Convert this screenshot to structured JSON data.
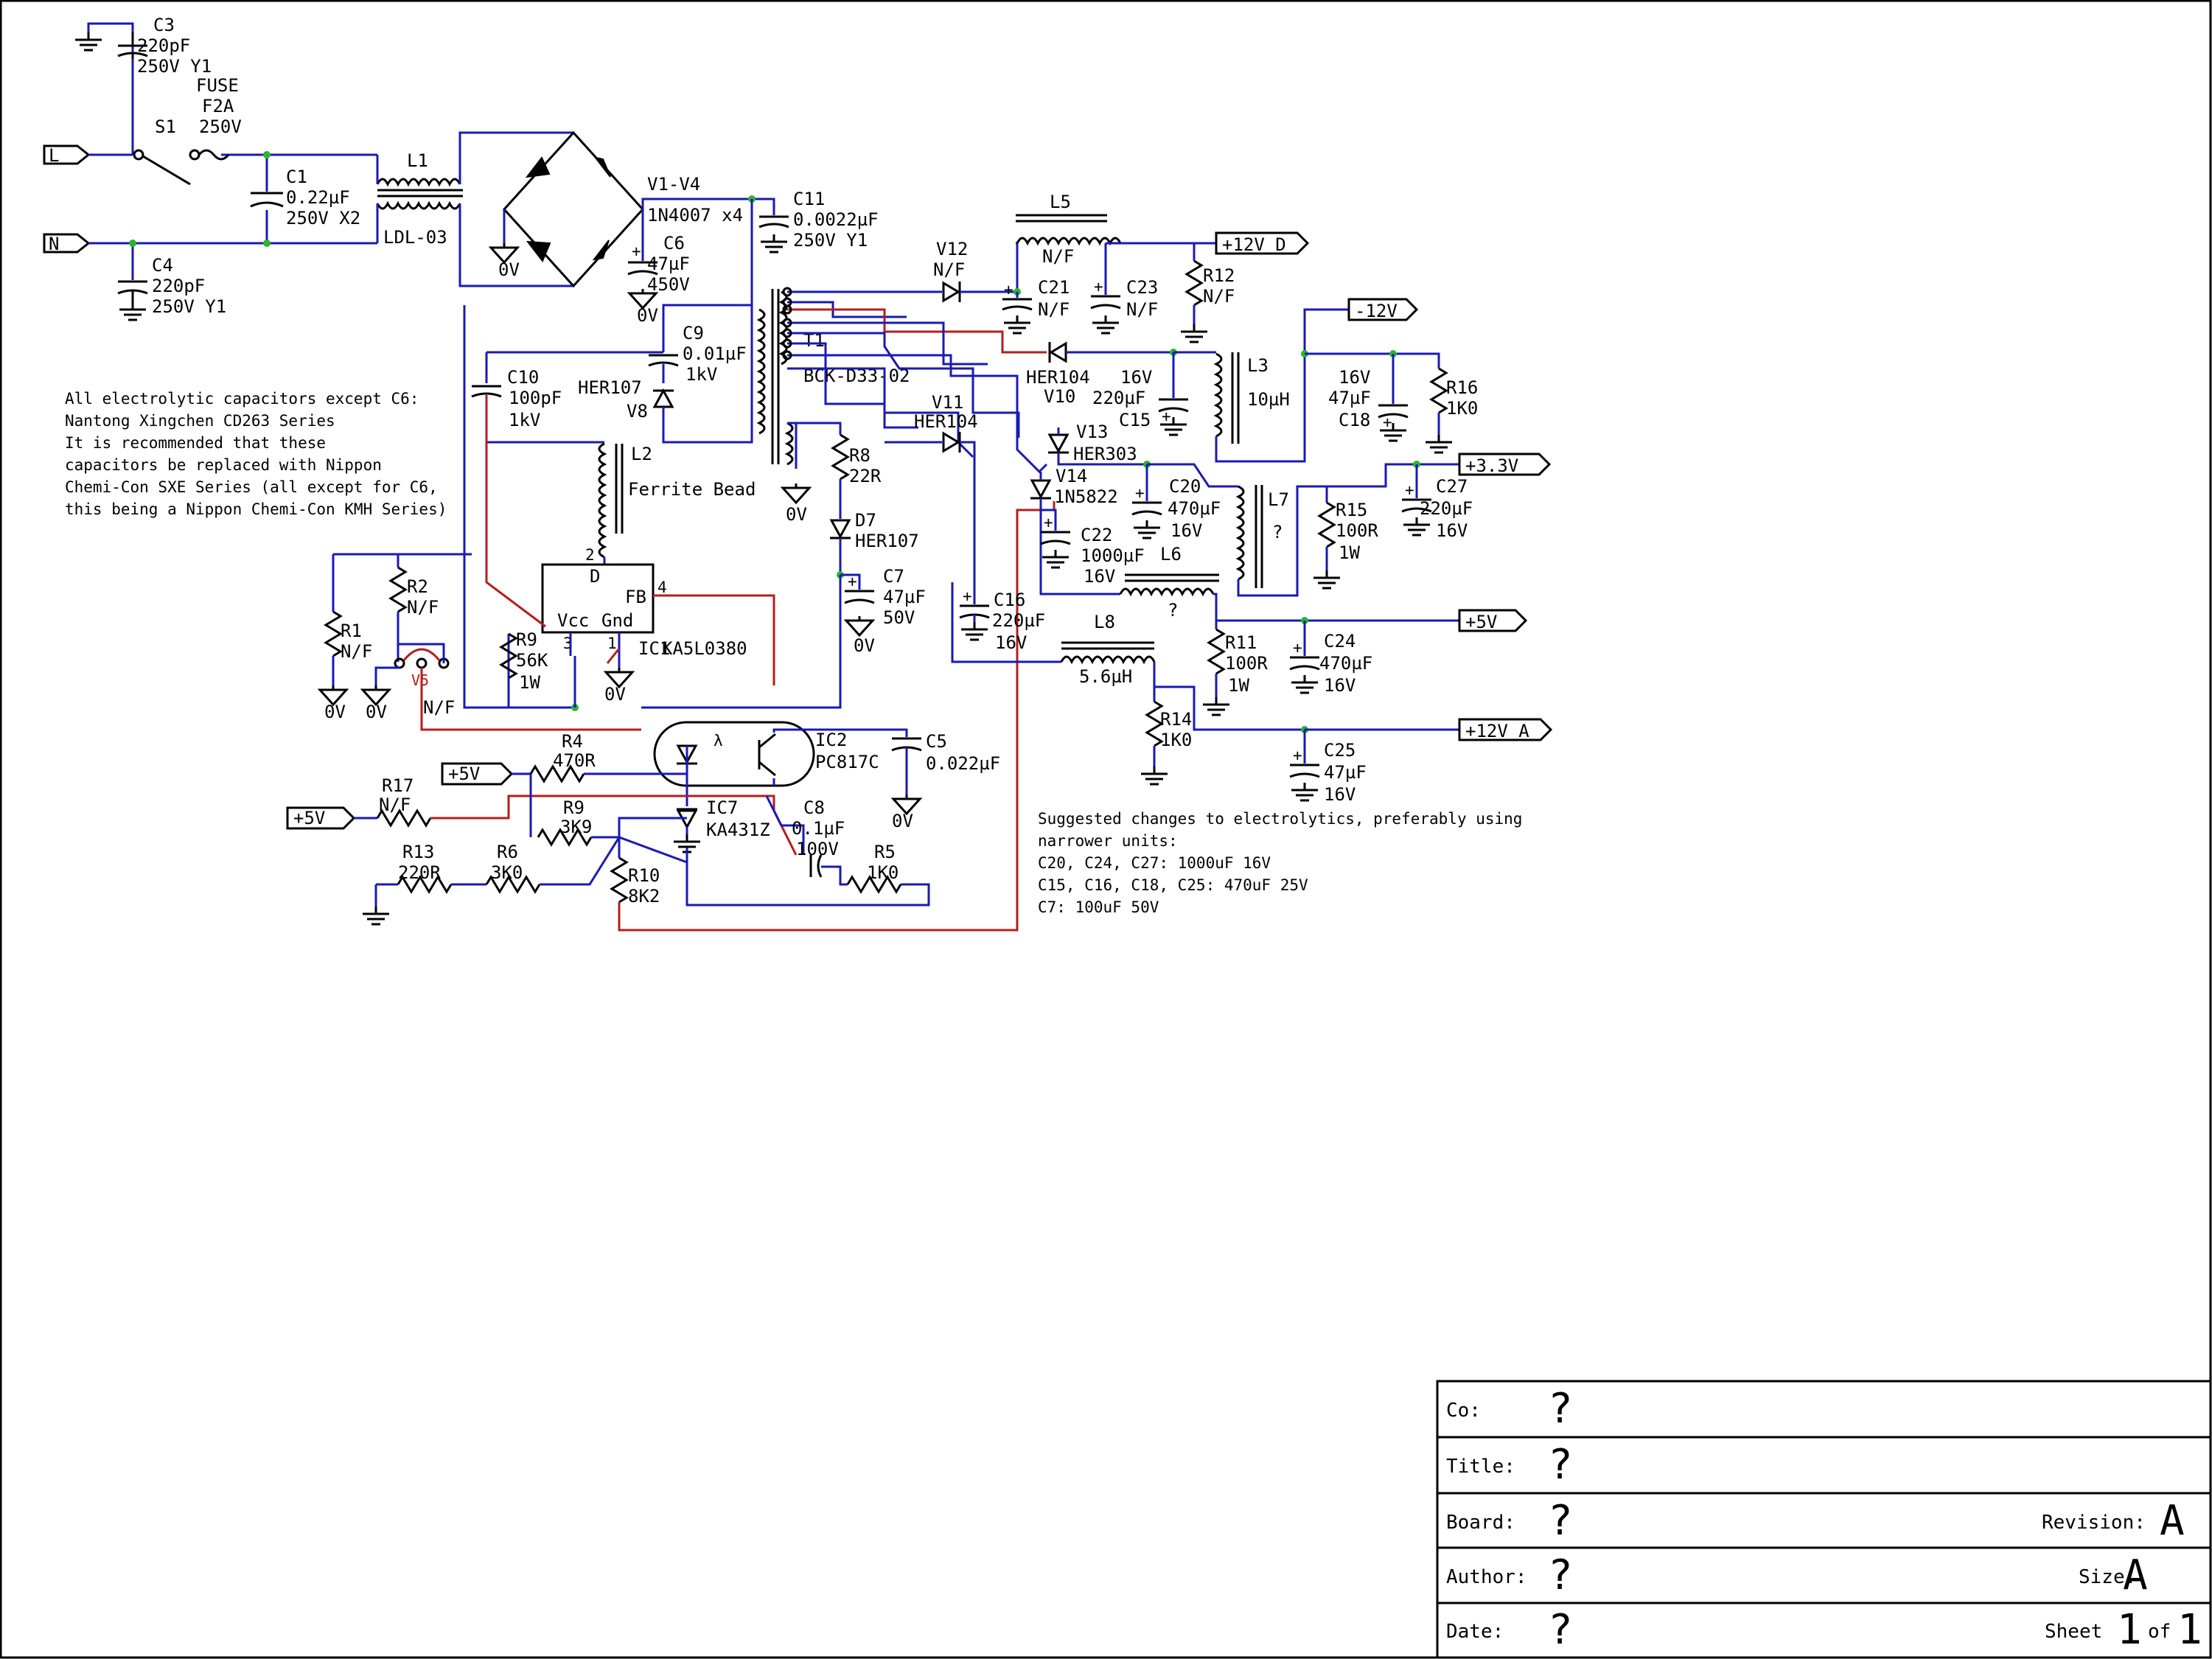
{
  "components": {
    "C3": {
      "ref": "C3",
      "value": "220pF",
      "rating": "250V Y1"
    },
    "FUSE": {
      "ref": "FUSE",
      "value": "F2A",
      "rating": "250V"
    },
    "S1": {
      "ref": "S1"
    },
    "C1": {
      "ref": "C1",
      "value": "0.22µF",
      "rating": "250V X2"
    },
    "L1": {
      "ref": "L1",
      "value": "LDL-03"
    },
    "C4": {
      "ref": "C4",
      "value": "220pF",
      "rating": "250V Y1"
    },
    "V1V4": {
      "ref": "V1-V4",
      "value": "1N4007 x4"
    },
    "C6": {
      "ref": "C6",
      "value": "47µF",
      "rating": "450V"
    },
    "C11": {
      "ref": "C11",
      "value": "0.0022µF",
      "rating": "250V Y1"
    },
    "C9": {
      "ref": "C9",
      "value": "0.01µF",
      "rating": "1kV"
    },
    "C10": {
      "ref": "C10",
      "value": "100pF",
      "rating": "1kV"
    },
    "V8": {
      "ref": "V8",
      "value": "HER107"
    },
    "L2": {
      "ref": "L2",
      "value": "Ferrite Bead"
    },
    "T1": {
      "ref": "T1",
      "value": "BCK-D33-02"
    },
    "R8": {
      "ref": "R8",
      "value": "22R"
    },
    "D7": {
      "ref": "D7",
      "value": "HER107"
    },
    "C7": {
      "ref": "C7",
      "value": "47µF",
      "rating": "50V"
    },
    "V11": {
      "ref": "V11",
      "value": "HER104"
    },
    "V12": {
      "ref": "V12",
      "value": "N/F"
    },
    "L5": {
      "ref": "L5",
      "value": "N/F"
    },
    "C21": {
      "ref": "C21",
      "value": "N/F"
    },
    "C23": {
      "ref": "C23",
      "value": "N/F"
    },
    "R12": {
      "ref": "R12",
      "value": "N/F"
    },
    "V10": {
      "ref": "V10",
      "value": "HER104"
    },
    "C15": {
      "ref": "C15",
      "value": "220µF",
      "rating": "16V"
    },
    "L3": {
      "ref": "L3",
      "value": "10µH"
    },
    "C18": {
      "ref": "C18",
      "value": "47µF",
      "rating": "16V"
    },
    "R16": {
      "ref": "R16",
      "value": "1K0"
    },
    "V13": {
      "ref": "V13",
      "value": "HER303"
    },
    "V14": {
      "ref": "V14",
      "value": "1N5822"
    },
    "C20": {
      "ref": "C20",
      "value": "470µF",
      "rating": "16V"
    },
    "C22": {
      "ref": "C22",
      "value": "1000µF",
      "rating": "16V"
    },
    "L7": {
      "ref": "L7",
      "value": "?"
    },
    "L6": {
      "ref": "L6",
      "value": "?"
    },
    "R15": {
      "ref": "R15",
      "value": "100R",
      "rating": "1W"
    },
    "C27": {
      "ref": "C27",
      "value": "220µF",
      "rating": "16V"
    },
    "C16": {
      "ref": "C16",
      "value": "220µF",
      "rating": "16V"
    },
    "L8": {
      "ref": "L8",
      "value": "5.6µH"
    },
    "R11": {
      "ref": "R11",
      "value": "100R",
      "rating": "1W"
    },
    "C24": {
      "ref": "C24",
      "value": "470µF",
      "rating": "16V"
    },
    "R14": {
      "ref": "R14",
      "value": "1K0"
    },
    "C25": {
      "ref": "C25",
      "value": "47µF",
      "rating": "16V"
    },
    "IC1": {
      "ref": "IC1",
      "value": "KA5L0380",
      "pin_d": "D",
      "pin_fb": "FB",
      "pin_vcc": "Vcc",
      "pin_gnd": "Gnd",
      "pin2": "2",
      "pin3": "3",
      "pin1": "1",
      "pin4": "4"
    },
    "R1": {
      "ref": "R1",
      "value": "N/F"
    },
    "R2": {
      "ref": "R2",
      "value": "N/F"
    },
    "V5": {
      "ref": "V5",
      "value": "N/F"
    },
    "R9a": {
      "ref": "R9",
      "value": "56K",
      "rating": "1W"
    },
    "R4": {
      "ref": "R4",
      "value": "470R"
    },
    "IC2": {
      "ref": "IC2",
      "value": "PC817C"
    },
    "C5": {
      "ref": "C5",
      "value": "0.022µF"
    },
    "R17": {
      "ref": "R17",
      "value": "N/F"
    },
    "R9b": {
      "ref": "R9",
      "value": "3K9"
    },
    "IC7": {
      "ref": "IC7",
      "value": "KA431Z"
    },
    "C8": {
      "ref": "C8",
      "value": "0.1µF",
      "rating": "100V"
    },
    "R13": {
      "ref": "R13",
      "value": "220R"
    },
    "R6": {
      "ref": "R6",
      "value": "3K0"
    },
    "R5": {
      "ref": "R5",
      "value": "1K0"
    },
    "R10": {
      "ref": "R10",
      "value": "8K2"
    }
  },
  "ports": {
    "L": "L",
    "N": "N",
    "p12vd": "+12V_D",
    "m12v": "-12V",
    "p33v": "+3.3V",
    "p5v": "+5V",
    "p12va": "+12V_A",
    "p5v_in1": "+5V",
    "p5v_in2": "+5V"
  },
  "ground_label": "0V",
  "notes": {
    "caps": [
      "All electrolytic capacitors except C6:",
      "Nantong Xingchen CD263 Series",
      "It is recommended that these",
      "capacitors be replaced with Nippon",
      "Chemi-Con SXE Series (all except for C6,",
      "this being a Nippon Chemi-Con KMH Series)"
    ],
    "suggest": [
      "Suggested changes to electrolytics, preferably using",
      "narrower units:",
      "C20, C24, C27: 1000uF 16V",
      "C15, C16, C18, C25: 470uF 25V",
      "C7: 100uF 50V"
    ]
  },
  "title_block": {
    "co_label": "Co:",
    "co_value": "?",
    "title_label": "Title:",
    "title_value": "?",
    "board_label": "Board:",
    "board_value": "?",
    "revision_label": "Revision:",
    "revision_value": "A",
    "author_label": "Author:",
    "author_value": "?",
    "size_label": "Size:",
    "size_value": "A",
    "date_label": "Date:",
    "date_value": "?",
    "sheet_label": "Sheet",
    "sheet_num": "1",
    "of_label": "of",
    "sheet_total": "1"
  }
}
